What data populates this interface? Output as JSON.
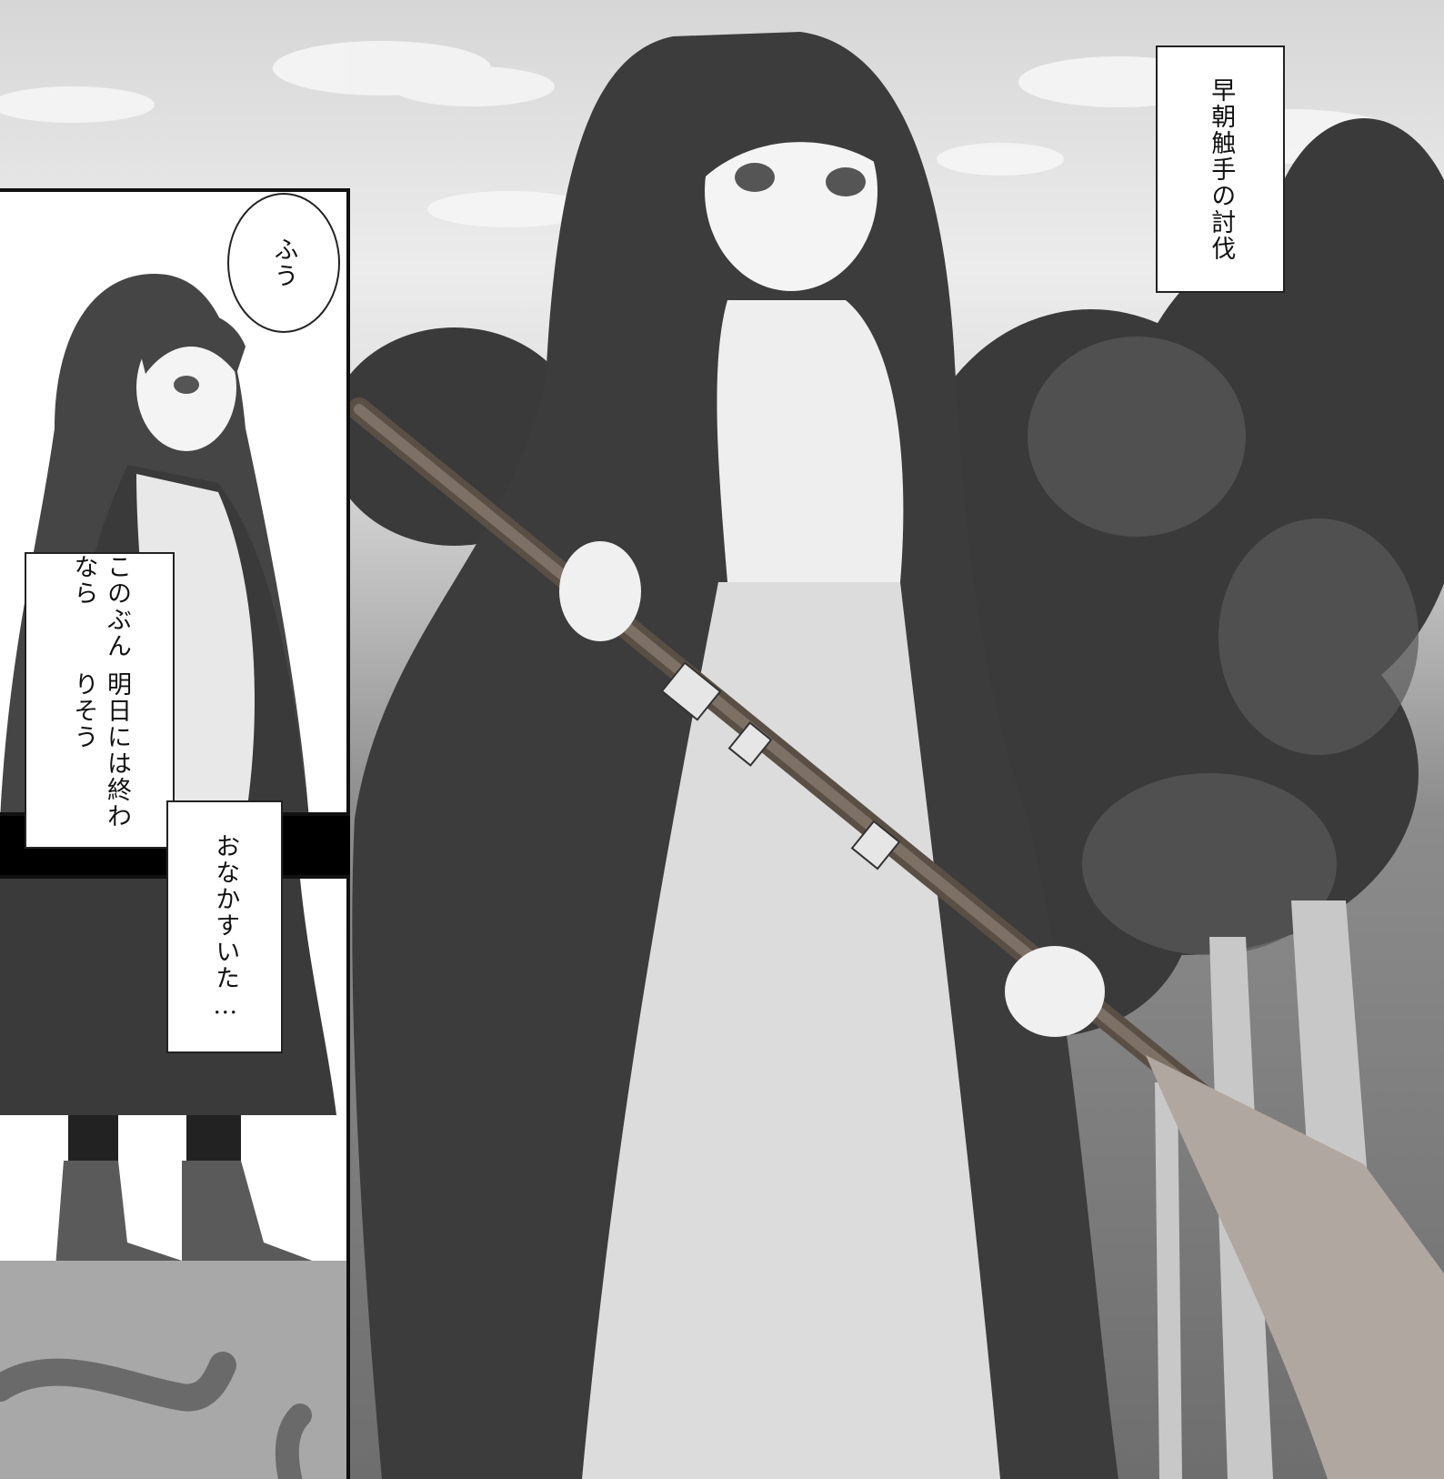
{
  "narration_top_right": {
    "line1": "早朝",
    "line2": "触手の討伐"
  },
  "speech_bubble": {
    "text": "ふう"
  },
  "narration_left": {
    "line1": "このぶんなら",
    "line2": "明日には終わりそう"
  },
  "narration_middle": {
    "text": "おなかすいた…"
  }
}
